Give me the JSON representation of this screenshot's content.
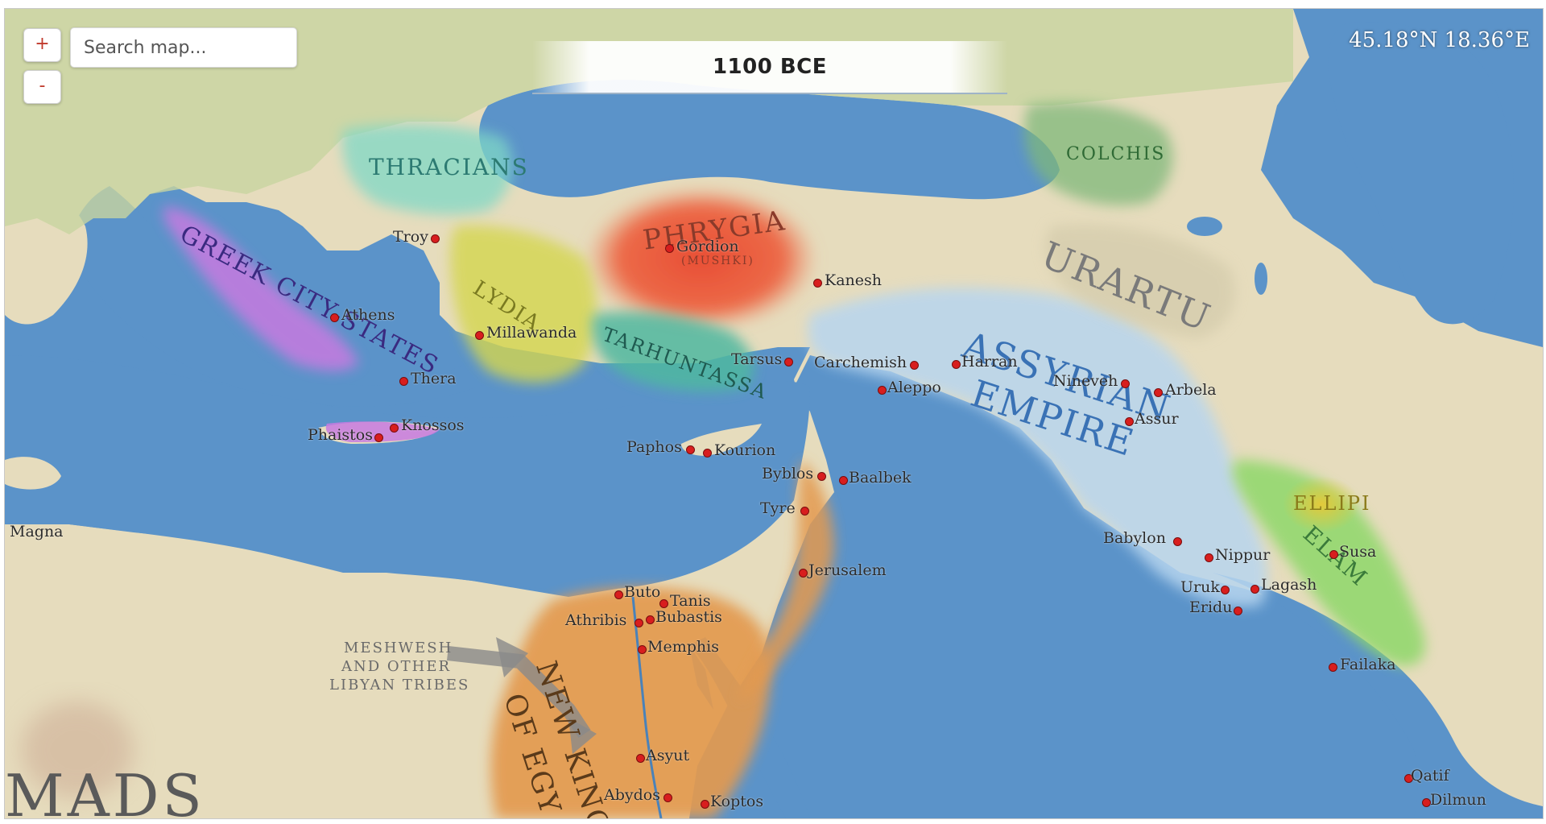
{
  "controls": {
    "zoom_in_label": "+",
    "zoom_out_label": "-",
    "search_placeholder": "Search map..."
  },
  "year_label": "1100 BCE",
  "coordinates": "45.18°N 18.36°E",
  "regions": {
    "thracians": "THRACIANS",
    "colchis": "COLCHIS",
    "phrygia": "PHRYGIA",
    "mushki": "(MUSHKI)",
    "greek_city_states": "GREEK CITY-STATES",
    "lydia": "LYDIA",
    "tarhuntassa": "TARHUNTASSA",
    "urartu": "URARTU",
    "assyrian": "ASSYRIAN",
    "empire": "EMPIRE",
    "ellipi": "ELLIPI",
    "elam": "ELAM",
    "new_kingdom_1": "NEW KING",
    "new_kingdom_2": "OF EGY",
    "meshwesh_1": "MESHWESH",
    "meshwesh_2": "AND OTHER",
    "meshwesh_3": "LIBYAN TRIBES",
    "nomads": "MADS",
    "magna": "Magna"
  },
  "cities": [
    "Troy",
    "Gordion",
    "Kanesh",
    "Athens",
    "Millawanda",
    "Thera",
    "Knossos",
    "Phaistos",
    "Tarsus",
    "Carchemish",
    "Harran",
    "Aleppo",
    "Nineveh",
    "Arbela",
    "Assur",
    "Paphos",
    "Kourion",
    "Byblos",
    "Baalbek",
    "Tyre",
    "Jerusalem",
    "Babylon",
    "Nippur",
    "Susa",
    "Uruk",
    "Lagash",
    "Eridu",
    "Buto",
    "Tanis",
    "Athribis",
    "Bubastis",
    "Memphis",
    "Failaka",
    "Asyut",
    "Abydos",
    "Koptos",
    "Qatif",
    "Dilmun"
  ],
  "colors": {
    "sea": "#5b93c9",
    "land": "#e8dcbc",
    "assyria": "#a9cbe8",
    "phrygia": "#e8573c",
    "egypt": "#e39a4f",
    "greek": "#c77ae0",
    "city_dot": "#d81e1e"
  }
}
